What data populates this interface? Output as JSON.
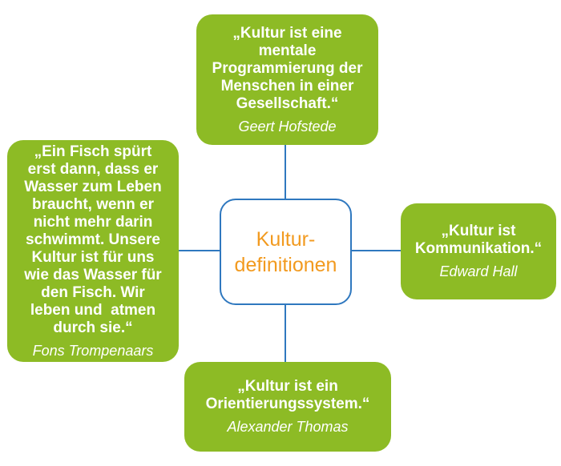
{
  "center": {
    "line1": "Kultur-",
    "line2": "definitionen",
    "text_color": "#f29a1f",
    "border_color": "#2f78bf"
  },
  "colors": {
    "box_fill": "#8dbb25",
    "connector": "#2f78bf"
  },
  "quotes": {
    "top": {
      "lines": [
        "„Kultur ist eine",
        "mentale",
        "Programmierung der",
        "Menschen in einer",
        "Gesellschaft.“"
      ],
      "author": "Geert Hofstede"
    },
    "left": {
      "lines": [
        "„Ein Fisch spürt",
        "erst dann, dass er",
        "Wasser zum Leben",
        "braucht, wenn er",
        "nicht mehr darin",
        "schwimmt. Unsere",
        "Kultur ist für uns",
        "wie das Wasser für",
        "den Fisch. Wir",
        "leben und  atmen",
        "durch sie.“"
      ],
      "author": "Fons Trompenaars"
    },
    "right": {
      "lines": [
        "„Kultur ist",
        "Kommunikation.“"
      ],
      "author": "Edward Hall"
    },
    "bottom": {
      "lines": [
        "„Kultur ist ein",
        "Orientierungssystem.“"
      ],
      "author": "Alexander Thomas"
    }
  }
}
